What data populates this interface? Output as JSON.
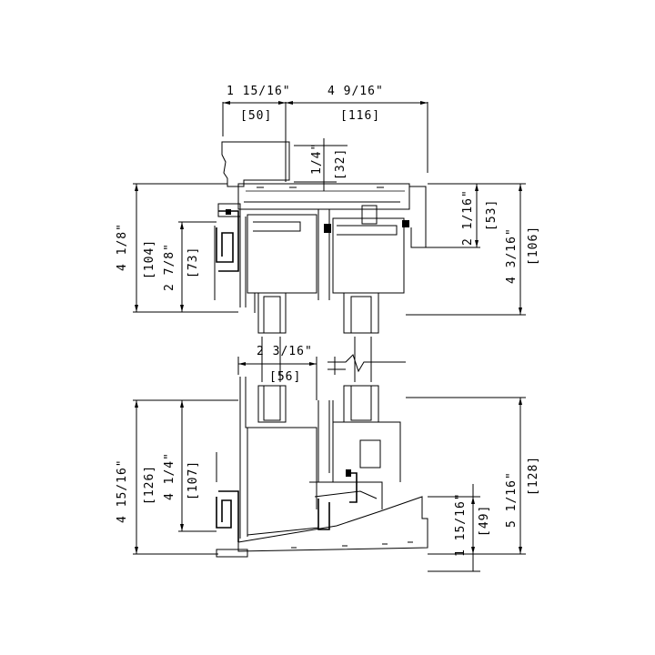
{
  "dimensions": {
    "top_left_in": "1 15/16\"",
    "top_left_mm": "[50]",
    "top_right_in": "4 9/16\"",
    "top_right_mm": "[116]",
    "head_in": "1/4\"",
    "head_mm": "[32]",
    "right_upper_in": "2 1/16\"",
    "right_upper_mm": "[53]",
    "right_overall_upper_in": "4 3/16\"",
    "right_overall_upper_mm": "[106]",
    "left_overall_upper_in": "4 1/8\"",
    "left_overall_upper_mm": "[104]",
    "left_inner_upper_in": "2 7/8\"",
    "left_inner_upper_mm": "[73]",
    "middle_in": "2 3/16\"",
    "middle_mm": "[56]",
    "left_overall_lower_in": "4 15/16\"",
    "left_overall_lower_mm": "[126]",
    "left_inner_lower_in": "4 1/4\"",
    "left_inner_lower_mm": "[107]",
    "right_overall_lower_in": "5 1/16\"",
    "right_overall_lower_mm": "[128]",
    "right_sill_in": "1 15/16\"",
    "right_sill_mm": "[49]"
  }
}
